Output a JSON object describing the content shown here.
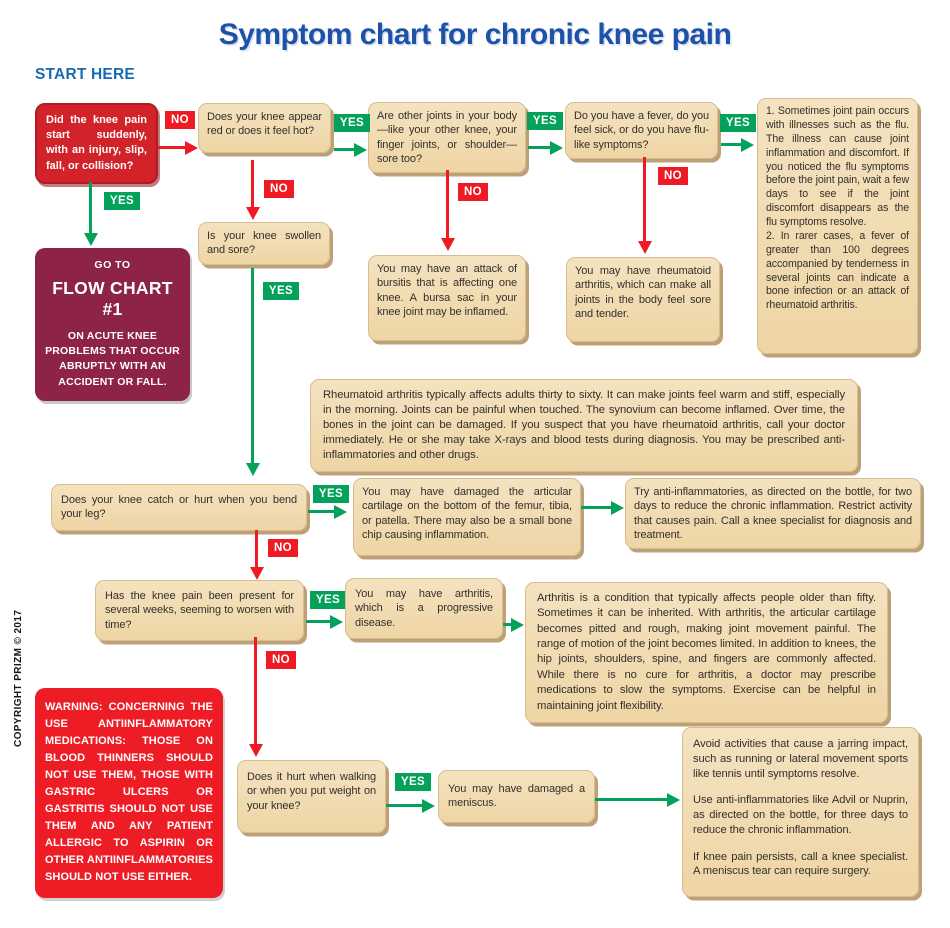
{
  "meta": {
    "title": "Symptom chart for chronic knee pain",
    "start_here": "START HERE",
    "copyright": "COPYRIGHT PRIZM © 2017"
  },
  "labels": {
    "yes": "YES",
    "no": "NO"
  },
  "colors": {
    "title_blue": "#1d52a8",
    "start_here_blue": "#176bb3",
    "yes_green": "#04a15b",
    "no_red": "#ee1b24",
    "start_box_red": "#d2232a",
    "warning_red": "#ee1c25",
    "goto_maroon": "#8e2348",
    "node_tan": "#f0d9ae"
  },
  "boxes": {
    "start": "Did the knee pain start suddenly, with an injury, slip, fall, or collision?",
    "red_hot": "Does your knee appear red or does it feel hot?",
    "other_joints": "Are other joints in your body—like your other knee, your finger joints, or shoulder—sore too?",
    "fever": "Do you have a fever, do you feel sick, or do you have flu-like symptoms?",
    "flu_info": "1. Sometimes joint pain occurs with illnesses such as the flu. The illness can cause joint inflammation and discomfort. If you noticed the flu symptoms before the joint pain, wait a few days to see if the joint discomfort disappears as the flu symptoms resolve.\n2. In rarer cases, a fever of greater than 100 degrees accompanied by tenderness in several joints can indicate a bone infection or an attack of rheumatoid arthritis.",
    "swollen": "Is your knee swollen and sore?",
    "bursitis": "You may have an attack of bursitis that is affecting one knee. A bursa sac in your knee joint may be inflamed.",
    "rheumatoid_short": "You may have rheumatoid arthritis, which can make all joints in the body feel sore and tender.",
    "rheumatoid_info": "Rheumatoid arthritis typically affects adults thirty to sixty. It can make joints feel warm and stiff, especially in the morning. Joints can be painful when touched. The synovium can become inflamed. Over time, the bones in the joint can be damaged. If you suspect that you have rheumatoid arthritis, call your doctor immediately. He or she may take X-rays and blood tests during diagnosis. You may be prescribed anti-inflammatories and other drugs.",
    "catch": "Does your knee catch or hurt when you bend your leg?",
    "cartilage": "You may have damaged the articular cartilage on the bottom of the femur, tibia, or patella. There may also be a small bone chip causing inflammation.",
    "try_anti": "Try anti-inflammatories, as directed on the bottle, for two days to reduce the chronic inflammation. Restrict activity that causes pain. Call a knee specialist for diagnosis and treatment.",
    "weeks": "Has the knee pain been present for several weeks, seeming to worsen with time?",
    "arthritis_short": "You may have arthritis, which is a progressive disease.",
    "arthritis_info": "Arthritis is a condition that typically affects people older than fifty. Sometimes it can be inherited. With arthritis, the articular cartilage becomes pitted and rough, making joint movement painful. The range of motion of the joint becomes limited. In addition to knees, the hip joints, shoulders, spine, and fingers are commonly affected. While there is no cure for arthritis, a doctor may prescribe medications to slow the symptoms. Exercise can be helpful in maintaining joint flexibility.",
    "warning": "WARNING: CONCERNING THE USE ANTIINFLAMMATORY MEDICATIONS: THOSE ON BLOOD THINNERS SHOULD NOT USE THEM, THOSE WITH GASTRIC ULCERS OR GASTRITIS SHOULD NOT USE THEM AND ANY PATIENT ALLERGIC TO ASPIRIN OR OTHER ANTIINFLAMMATORIES SHOULD NOT USE EITHER.",
    "walk": "Does it hurt when walking or when you put weight on your knee?",
    "meniscus": "You may have damaged a meniscus."
  },
  "goto_box": {
    "go_to": "GO TO",
    "chart_name": "FLOW CHART #1",
    "desc": "ON ACUTE KNEE PROBLEMS THAT OCCUR  ABRUPTLY WITH AN ACCIDENT OR FALL."
  },
  "advice_meniscus": {
    "p1": "Avoid activities that cause a jarring impact, such as running or lateral movement sports like tennis until symptoms resolve.",
    "p2": "Use anti-inflammatories like Advil or Nuprin, as directed on the bottle, for three days to reduce the chronic inflammation.",
    "p3": "If knee pain persists, call a knee specialist. A meniscus tear can require surgery."
  }
}
